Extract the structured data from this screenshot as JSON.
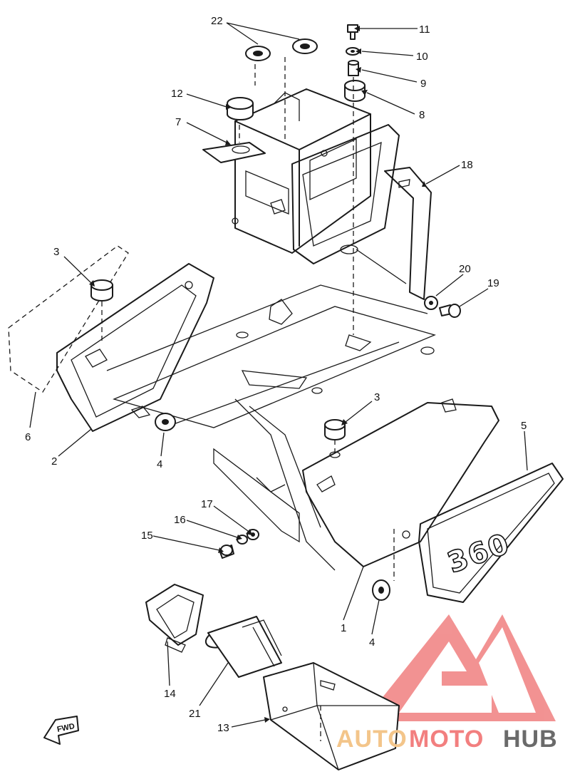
{
  "diagram": {
    "callouts": {
      "c1": "1",
      "c2": "2",
      "c3a": "3",
      "c3b": "3",
      "c4a": "4",
      "c4b": "4",
      "c5": "5",
      "c6": "6",
      "c7": "7",
      "c8": "8",
      "c9": "9",
      "c10": "10",
      "c11": "11",
      "c12": "12",
      "c13": "13",
      "c14": "14",
      "c15": "15",
      "c16": "16",
      "c17": "17",
      "c18": "18",
      "c19": "19",
      "c20": "20",
      "c21": "21",
      "c22": "22"
    },
    "emblem_text": "360",
    "direction_marker": "FWD"
  },
  "watermark": {
    "auto": "AUTO",
    "moto": "MOTO",
    "hub": "HUB",
    "colors": {
      "auto": "#f3c58a",
      "moto": "#f27f7f",
      "hub": "#6a6a6a",
      "logo": "#f08080"
    }
  }
}
